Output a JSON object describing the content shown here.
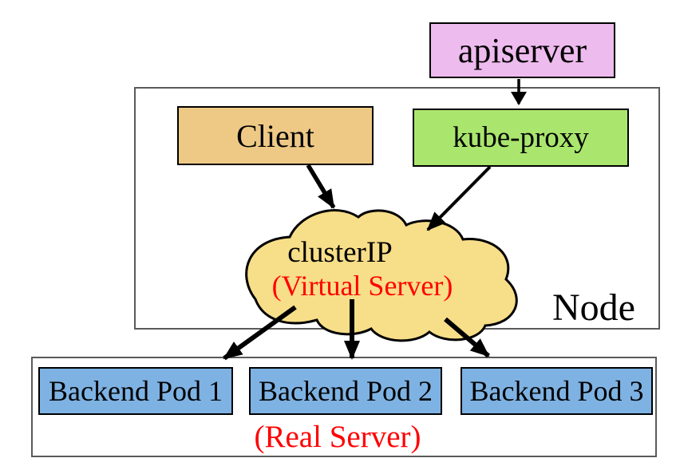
{
  "diagram": {
    "apiserver": {
      "label": "apiserver"
    },
    "client": {
      "label": "Client"
    },
    "kube_proxy": {
      "label": "kube-proxy"
    },
    "cluster_ip": {
      "label": "clusterIP",
      "sublabel": "(Virtual Server)"
    },
    "node": {
      "label": "Node"
    },
    "pods": [
      {
        "label": "Backend Pod 1"
      },
      {
        "label": "Backend Pod 2"
      },
      {
        "label": "Backend Pod 3"
      }
    ],
    "real_server": {
      "label": "(Real Server)"
    },
    "edges": [
      {
        "from": "apiserver",
        "to": "kube-proxy"
      },
      {
        "from": "Client",
        "to": "clusterIP"
      },
      {
        "from": "kube-proxy",
        "to": "clusterIP"
      },
      {
        "from": "clusterIP",
        "to": "Backend Pod 1"
      },
      {
        "from": "clusterIP",
        "to": "Backend Pod 2"
      },
      {
        "from": "clusterIP",
        "to": "Backend Pod 3"
      }
    ],
    "colors": {
      "apiserver_fill": "#EEBBEE",
      "client_fill": "#EEC986",
      "kube_proxy_fill": "#AAE66E",
      "cluster_ip_fill": "#F7DE88",
      "pod_fill": "#7EB2E3",
      "annotation_red": "#FF0000",
      "arrow_black": "#000000",
      "boundary_gray": "#5A5A5A"
    }
  }
}
